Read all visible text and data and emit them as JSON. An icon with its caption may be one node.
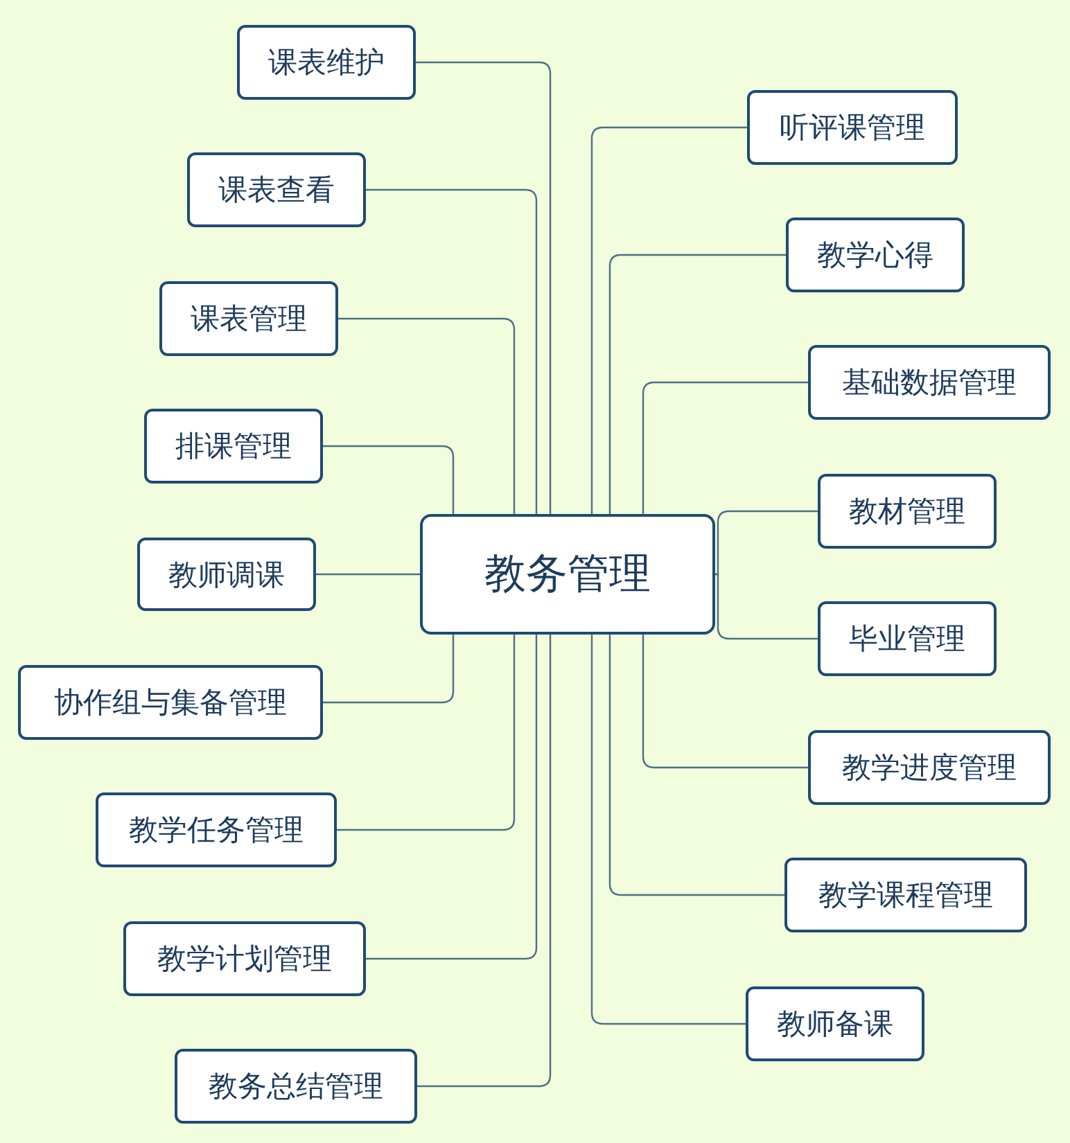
{
  "diagram": {
    "nodes": [
      {
        "text": [
          "教务管理"
        ]
      },
      {
        "text": [
          "课表维护"
        ]
      },
      {
        "text": [
          "课表查看"
        ]
      },
      {
        "text": [
          "课表管理"
        ]
      },
      {
        "text": [
          "排课管理"
        ]
      },
      {
        "text": [
          "教师调课"
        ]
      },
      {
        "text": [
          "协作组与集备管理"
        ]
      },
      {
        "text": [
          "教学任务管理"
        ]
      },
      {
        "text": [
          "教学计划管理"
        ]
      },
      {
        "text": [
          "教务总结管理"
        ]
      },
      {
        "text": [
          "听评课管理"
        ]
      },
      {
        "text": [
          "教学心得"
        ]
      },
      {
        "text": [
          "基础数据管理"
        ]
      },
      {
        "text": [
          "教材管理"
        ]
      },
      {
        "text": [
          "毕业管理"
        ]
      },
      {
        "text": [
          "教学进度管理"
        ]
      },
      {
        "text": [
          "教学课程管理"
        ]
      },
      {
        "text": [
          "教师备课"
        ]
      }
    ],
    "edges": [
      {
        "from": 0,
        "to": 1,
        "arrow": "none"
      },
      {
        "from": 0,
        "to": 2,
        "arrow": "none"
      },
      {
        "from": 0,
        "to": 3,
        "arrow": "none"
      },
      {
        "from": 0,
        "to": 4,
        "arrow": "none"
      },
      {
        "from": 0,
        "to": 5,
        "arrow": "none"
      },
      {
        "from": 0,
        "to": 6,
        "arrow": "none"
      },
      {
        "from": 0,
        "to": 7,
        "arrow": "none"
      },
      {
        "from": 0,
        "to": 8,
        "arrow": "none"
      },
      {
        "from": 0,
        "to": 9,
        "arrow": "none"
      },
      {
        "from": 0,
        "to": 10,
        "arrow": "none"
      },
      {
        "from": 0,
        "to": 11,
        "arrow": "none"
      },
      {
        "from": 0,
        "to": 12,
        "arrow": "none"
      },
      {
        "from": 0,
        "to": 13,
        "arrow": "none"
      },
      {
        "from": 0,
        "to": 14,
        "arrow": "none"
      },
      {
        "from": 0,
        "to": 15,
        "arrow": "none"
      },
      {
        "from": 0,
        "to": 16,
        "arrow": "none"
      },
      {
        "from": 0,
        "to": 17,
        "arrow": "none"
      }
    ]
  }
}
